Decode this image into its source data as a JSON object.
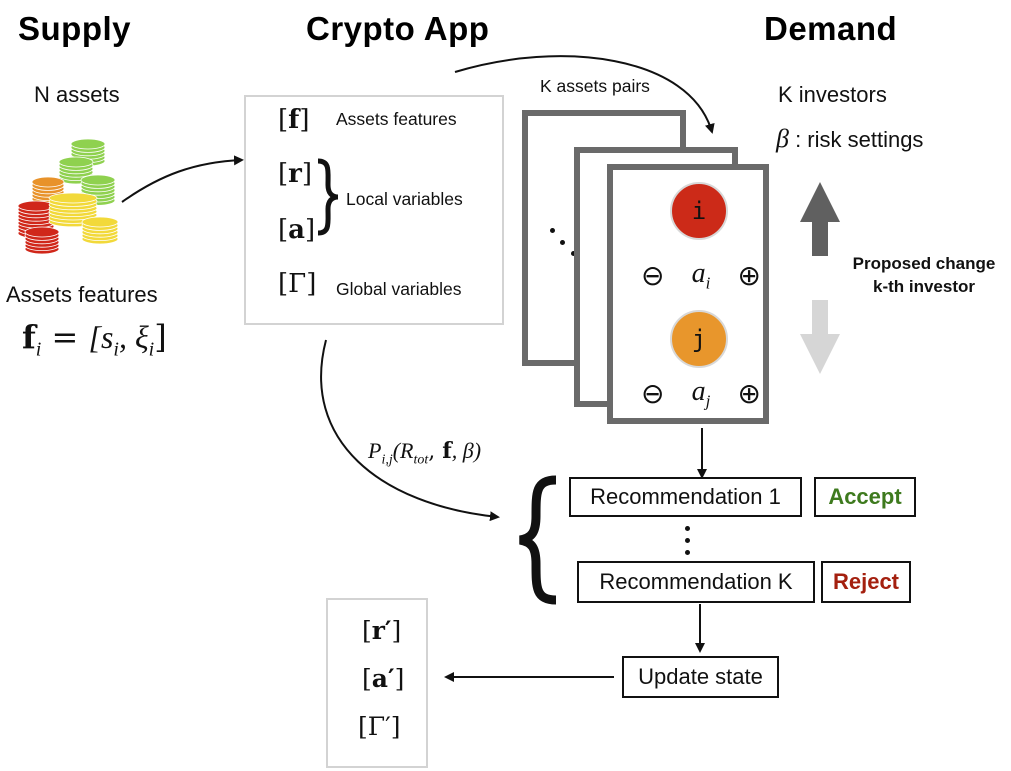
{
  "headers": {
    "supply": "Supply",
    "app": "Crypto App",
    "demand": "Demand"
  },
  "supply": {
    "n_assets": "N assets",
    "coins_icon": "coin-stacks-icon",
    "coin_colors": [
      "#d0271a",
      "#e8922a",
      "#f2d93a",
      "#8fd14f"
    ],
    "features_label": "Assets features",
    "features_formula": {
      "lhs_bold": "f",
      "lhs_sub": "i",
      "eq": "=",
      "rhs": "[s",
      "rhs_sub1": "i",
      "sep": ", ξ",
      "rhs_sub2": "i",
      "close": "]"
    }
  },
  "app": {
    "variables": [
      {
        "symbol": "f",
        "label": "Assets features"
      },
      {
        "symbol": "r",
        "label": ""
      },
      {
        "symbol": "a",
        "label": ""
      },
      {
        "symbol": "Γ",
        "label": "Global variables"
      }
    ],
    "local_label": "Local variables",
    "probability_formula": {
      "p": "P",
      "p_sub": "i,j",
      "args_open": "(R",
      "r_sub": "tot",
      "sep": ", ",
      "f": "f",
      "tail": ", β)"
    }
  },
  "pairs": {
    "label": "K assets pairs",
    "asset_i": {
      "letter": "i",
      "color": "#cc2a18",
      "var": "a",
      "sub": "i"
    },
    "asset_j": {
      "letter": "j",
      "color": "#e8962c",
      "var": "a",
      "sub": "j"
    },
    "minus_symbol": "⊖",
    "plus_symbol": "⊕"
  },
  "demand": {
    "k_investors": "K investors",
    "beta_symbol": "β",
    "risk_label": " : risk settings",
    "proposed_line1": "Proposed change",
    "proposed_line2": "k-th investor",
    "up_arrow_color": "#606060",
    "down_arrow_color": "#d6d6d6"
  },
  "recommendations": [
    {
      "label": "Recommendation 1",
      "action": "Accept",
      "action_color": "#3e7a1e"
    },
    {
      "label": "Recommendation K",
      "action": "Reject",
      "action_color": "#a4200f"
    }
  ],
  "update": {
    "label": "Update state",
    "new_state": [
      "r′",
      "a′",
      "Γ′"
    ]
  }
}
